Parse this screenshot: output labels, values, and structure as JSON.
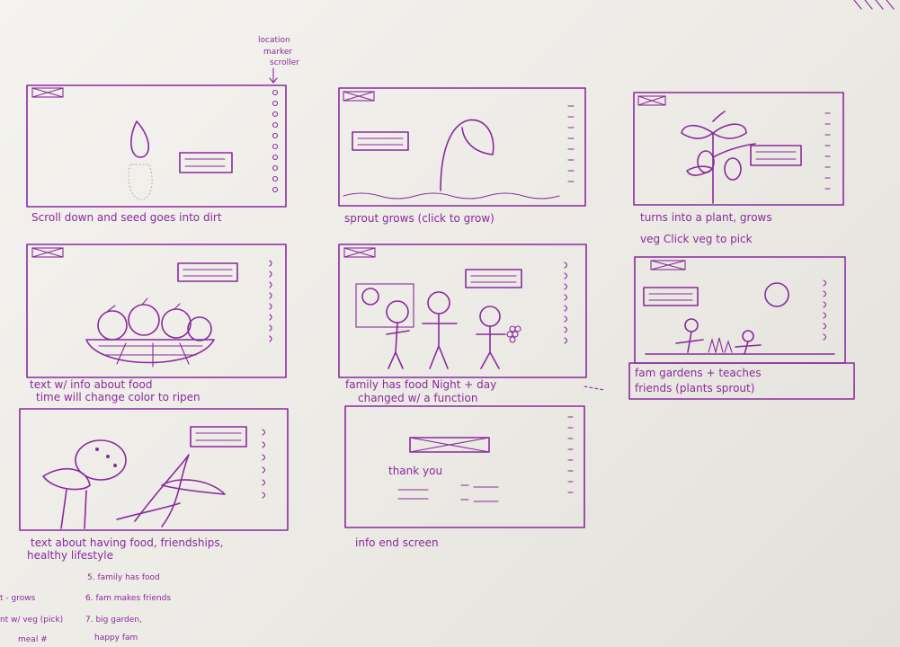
{
  "annotation": {
    "location_marker": "location\nmarker\nscroller"
  },
  "panels": [
    {
      "id": "p1",
      "caption": "Scroll down and seed goes into dirt"
    },
    {
      "id": "p2",
      "caption": "sprout grows (click to grow)"
    },
    {
      "id": "p3",
      "caption": "turns into a plant, grows\nveg  Click veg to pick"
    },
    {
      "id": "p4",
      "caption": "text w/ info about food\ntime will change color to ripen"
    },
    {
      "id": "p5",
      "caption": "family has food Night + day\nchanged w/ a function"
    },
    {
      "id": "p6",
      "caption": "fam gardens + teaches\nfriends (plants sprout)"
    },
    {
      "id": "p7",
      "caption": "text about having food, friendships,\nhealthy lifestyle"
    },
    {
      "id": "p8",
      "caption": "info end screen"
    }
  ],
  "end_screen": {
    "thank_you": "thank   you"
  },
  "side_notes": [
    "5. family has food",
    "6. fam makes friends",
    "7. big garden,",
    "happy fam"
  ],
  "margin_notes": [
    "t - grows",
    "nt w/ veg (pick)",
    "meal #"
  ]
}
